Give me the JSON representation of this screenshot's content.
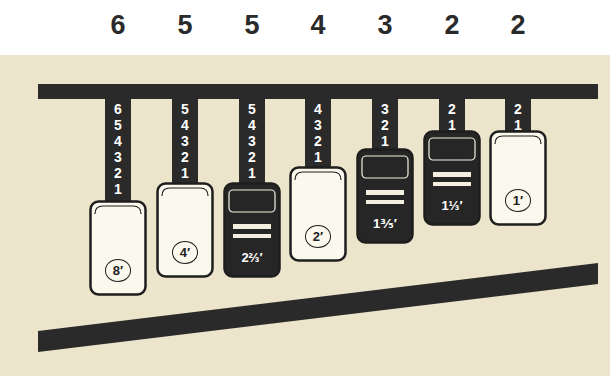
{
  "diagram": {
    "nodes": [
      {
        "text": [
          "8′"
        ]
      },
      {
        "text": [
          "4′"
        ]
      },
      {
        "text": [
          "2⅔′"
        ]
      },
      {
        "text": [
          "2′"
        ]
      },
      {
        "text": [
          "1⅗′"
        ]
      },
      {
        "text": [
          "1⅓′"
        ]
      },
      {
        "text": [
          "1′"
        ]
      }
    ],
    "labels": [
      "6",
      "5",
      "5",
      "4",
      "3",
      "2",
      "2",
      "6 5 4 3 2 1",
      "5 4 3 2 1",
      "5 4 3 2 1",
      "4 3 2 1",
      "3 2 1",
      "2 1",
      "2 1"
    ]
  }
}
